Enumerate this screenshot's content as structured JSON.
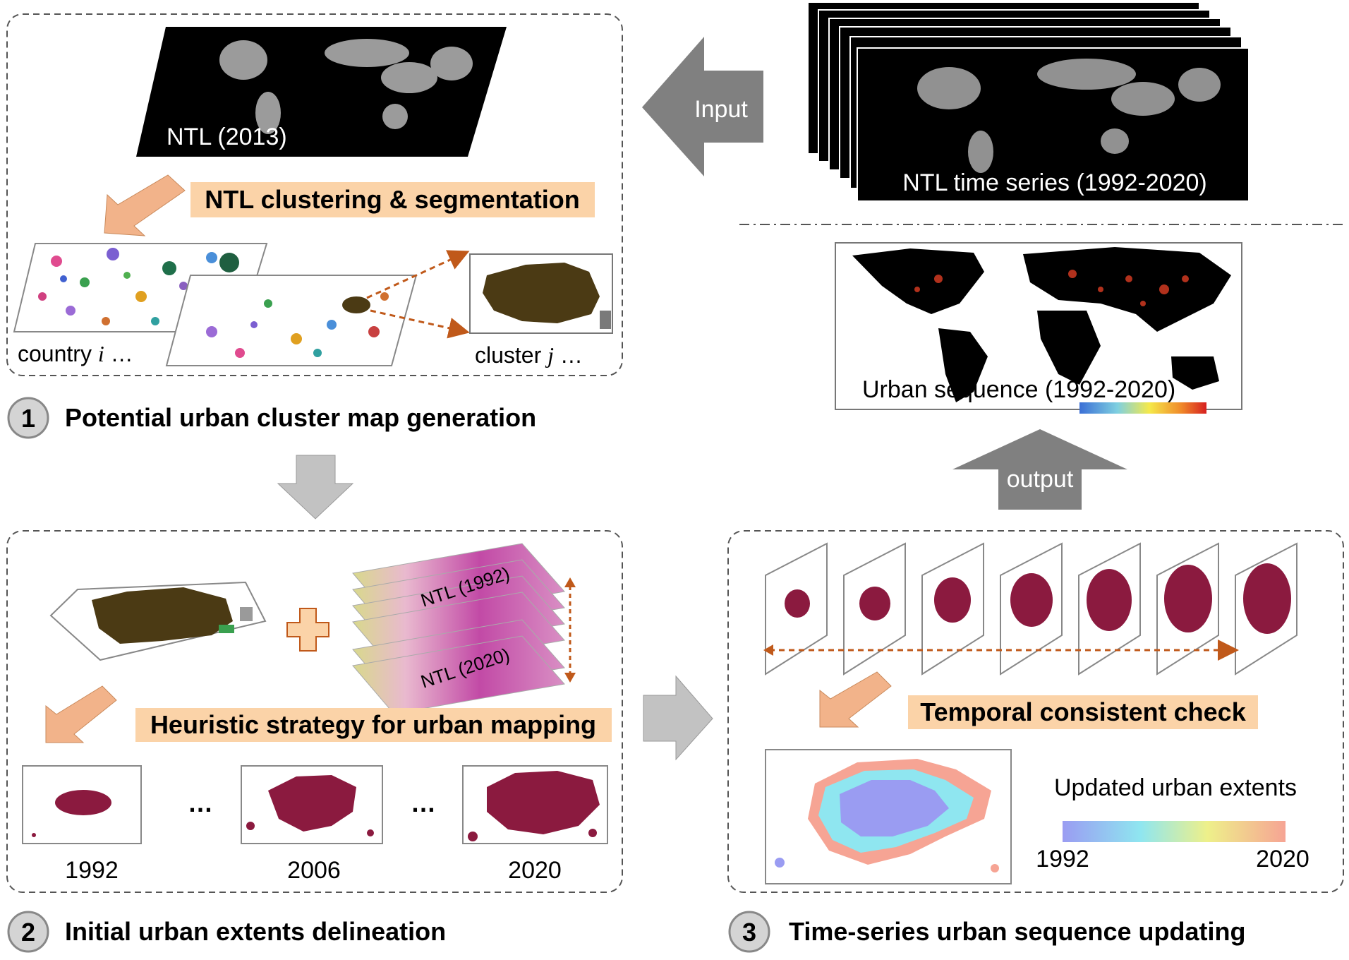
{
  "panel1": {
    "ntl_label": "NTL (2013)",
    "process_label": "NTL clustering & segmentation",
    "country_label_prefix": "country",
    "country_var": "i",
    "country_suffix": "…",
    "cluster_label_prefix": "cluster",
    "cluster_var": "j",
    "cluster_suffix": "…",
    "step_number": "1",
    "step_title": "Potential urban cluster map generation"
  },
  "input": {
    "arrow_label": "Input",
    "series_label": "NTL time series (1992-2020)"
  },
  "output": {
    "arrow_label": "output",
    "map_label": "Urban sequence (1992-2020)"
  },
  "panel2": {
    "ntl_top": "NTL (1992)",
    "ntl_bottom": "NTL (2020)",
    "process_label": "Heuristic strategy for urban mapping",
    "years": [
      "1992",
      "2006",
      "2020"
    ],
    "ellipsis": "…",
    "step_number": "2",
    "step_title": "Initial urban extents delineation"
  },
  "panel3": {
    "process_label": "Temporal consistent check",
    "legend_title": "Updated urban extents",
    "legend_min": "1992",
    "legend_max": "2020",
    "step_number": "3",
    "step_title": "Time-series urban sequence updating"
  },
  "colors": {
    "urban": "#8b1a3f",
    "cluster_brown": "#4b3a14",
    "highlight": "#fbd3a8",
    "arrow_gray": "#808080",
    "arrow_light": "#c2c2c2",
    "arrow_orange": "#f2b38a",
    "dash_orange": "#c0591a"
  }
}
